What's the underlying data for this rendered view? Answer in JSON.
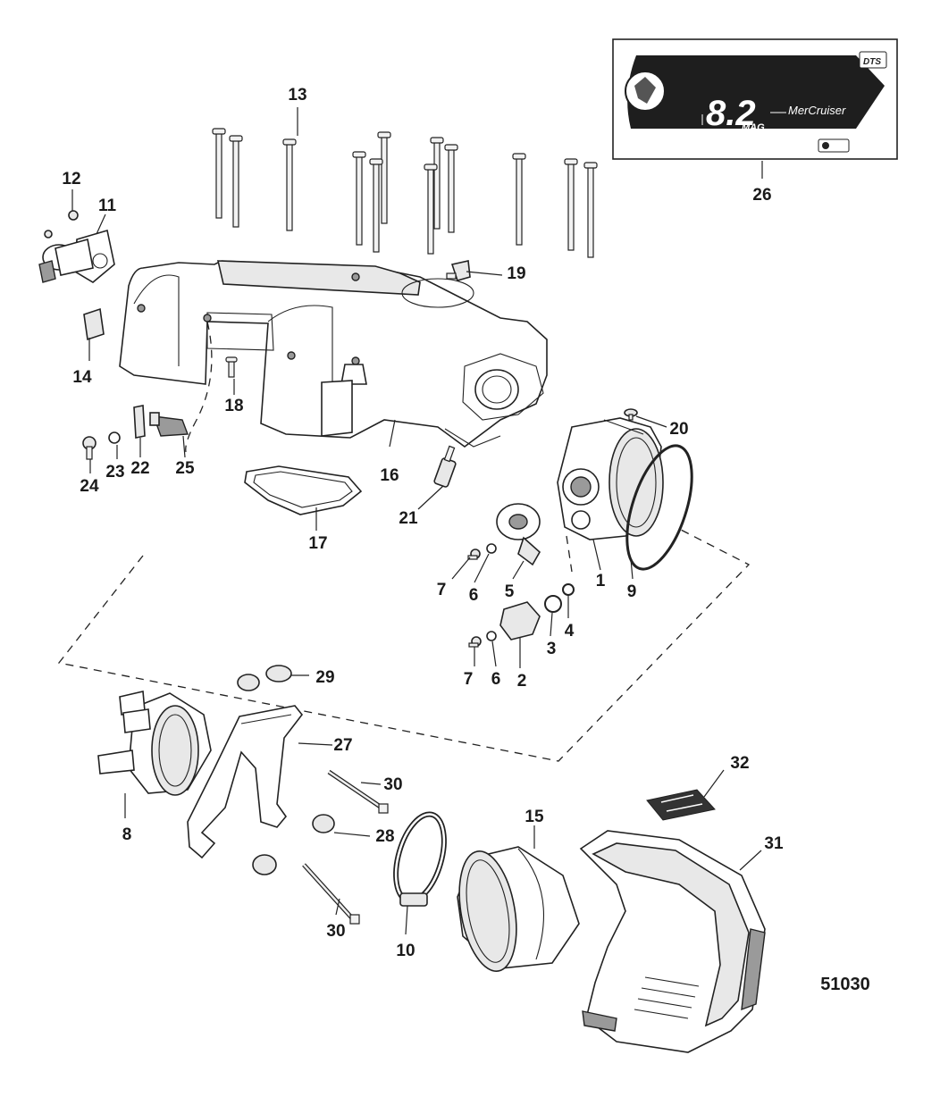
{
  "figure_number": "51030",
  "decal": {
    "model_text": "8.2",
    "model_sub": "MAG",
    "brand_text": "MerCruiser",
    "badge_text": "DTS"
  },
  "callouts": {
    "c1": "1",
    "c2": "2",
    "c3": "3",
    "c4": "4",
    "c5": "5",
    "c6a": "6",
    "c6b": "6",
    "c7a": "7",
    "c7b": "7",
    "c8": "8",
    "c9": "9",
    "c10": "10",
    "c11": "11",
    "c12": "12",
    "c13": "13",
    "c14": "14",
    "c15": "15",
    "c16": "16",
    "c17": "17",
    "c18": "18",
    "c19": "19",
    "c20": "20",
    "c21": "21",
    "c22": "22",
    "c23": "23",
    "c24": "24",
    "c25": "25",
    "c26": "26",
    "c27": "27",
    "c28": "28",
    "c29": "29",
    "c30a": "30",
    "c30b": "30",
    "c31": "31",
    "c32": "32"
  }
}
